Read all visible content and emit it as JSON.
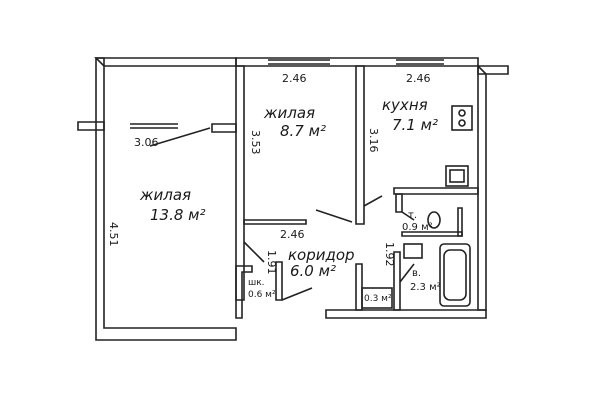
{
  "rooms": {
    "living_large": {
      "name": "жилая",
      "area": "13.8 м²"
    },
    "living_small": {
      "name": "жилая",
      "area": "8.7 м²"
    },
    "kitchen": {
      "name": "кухня",
      "area": "7.1 м²"
    },
    "corridor": {
      "name": "коридор",
      "area": "6.0 м²"
    },
    "toilet": {
      "name": "т.",
      "area": "0.9 м²"
    },
    "bathroom": {
      "name": "в.",
      "area": "2.3 м²"
    },
    "closet": {
      "name": "шк.",
      "area": "0.6 м²"
    },
    "niche": {
      "area": "0.3 м²"
    }
  },
  "dimensions": {
    "living_small_top": "2.46",
    "kitchen_top": "2.46",
    "living_large_width": "3.06",
    "living_small_height": "3.53",
    "kitchen_height": "3.16",
    "living_small_bottom": "2.46",
    "living_large_height": "4.51",
    "corridor_width": "1.91",
    "bath_width": "1.92"
  }
}
